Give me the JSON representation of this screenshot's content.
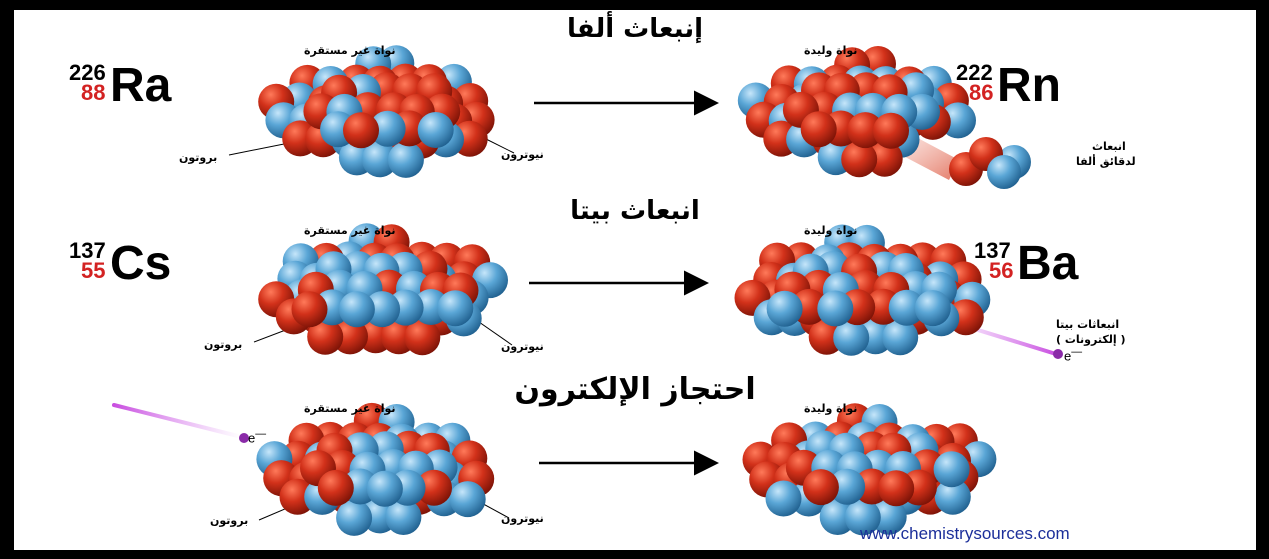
{
  "titles": {
    "alpha": "إنبعاث ألفا",
    "beta": "انبعاث بيتا",
    "capture": "احتجاز الإلكترون"
  },
  "labels": {
    "unstable_nucleus": "نواة غير مستقرة",
    "daughter_nucleus": "نواة وليدة",
    "proton": "بروتون",
    "neutron": "نيوترون",
    "alpha_emission_line1": "انبعاث",
    "alpha_emission_line2": "لدقائق ألفا",
    "beta_emission_line1": "انبعاثات بيتا",
    "beta_emission_line2": "( إلكترونات )",
    "electron": "e"
  },
  "isotopes": {
    "ra": {
      "mass": "226",
      "number": "88",
      "symbol": "Ra"
    },
    "rn": {
      "mass": "222",
      "number": "86",
      "symbol": "Rn"
    },
    "cs": {
      "mass": "137",
      "number": "55",
      "symbol": "Cs"
    },
    "ba": {
      "mass": "137",
      "number": "56",
      "symbol": "Ba"
    }
  },
  "website": "www.chemistrysources.com",
  "colors": {
    "proton": "#cc2a14",
    "neutron": "#4f9fd0",
    "electron_trail": "#c94fe0",
    "url": "#1c2f9a"
  }
}
